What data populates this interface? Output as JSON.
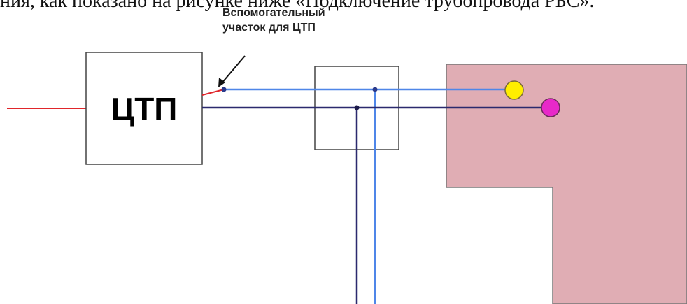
{
  "caption_top": "ния, как показано на рисунке ниже «Подключение трубопровода РБС».",
  "annotation": {
    "line1": "Вспомогательный",
    "line2": "участок для ЦТП"
  },
  "ctp_label": "ЦТП",
  "colors": {
    "supply_pipe": "#e0262b",
    "light_blue_pipe": "#4f86e8",
    "dark_blue_pipe": "#2b2a6e",
    "building_fill": "#e0adb4",
    "node_yellow": "#ffee00",
    "node_magenta": "#e829c9"
  }
}
